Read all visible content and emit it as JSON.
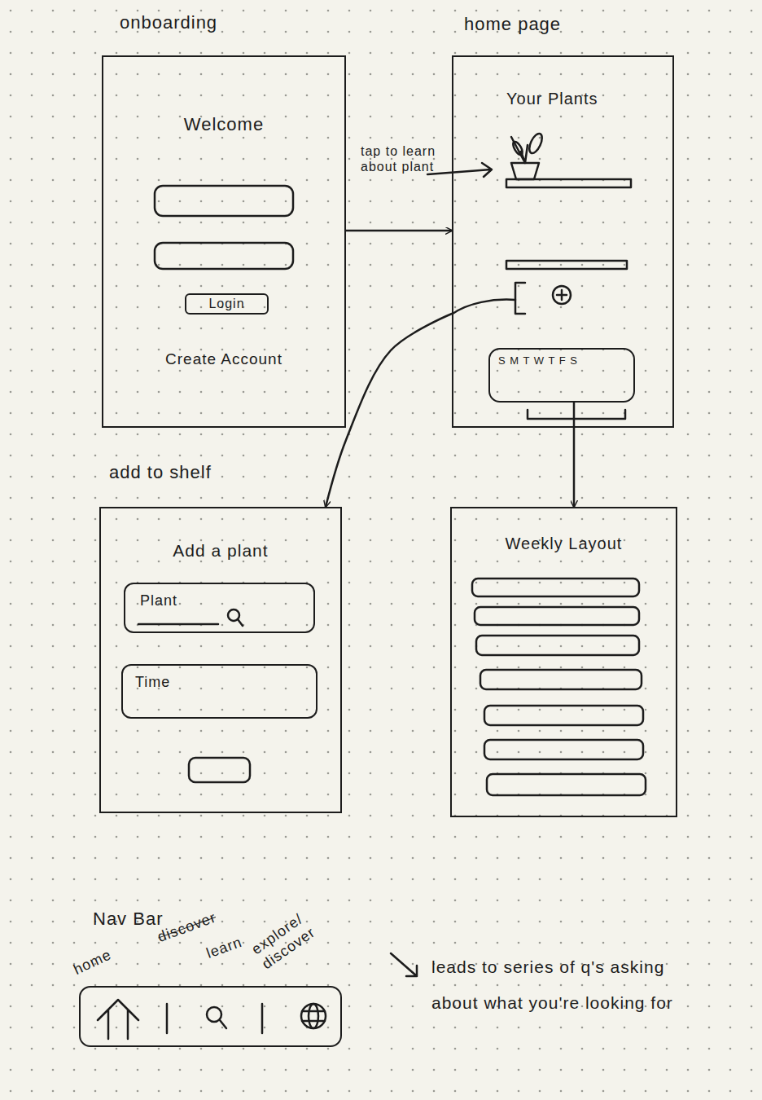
{
  "diagram": {
    "nodes": [
      {
        "text": [
          "onboarding",
          "Welcome",
          "Create Account"
        ]
      },
      {
        "text": [
          "Login"
        ],
        "in": 0
      },
      {
        "text": [
          "home page",
          "Your Plants"
        ]
      },
      {
        "text": [
          "S M T W T F S"
        ],
        "in": 2
      },
      {
        "text": [
          "add to shelf",
          "Add a plant"
        ]
      },
      {
        "text": [
          "Plant"
        ],
        "in": 4
      },
      {
        "text": [
          "Time"
        ],
        "in": 4
      },
      {
        "text": [
          "Weekly Layout"
        ]
      },
      {
        "text": [
          "Nav Bar"
        ]
      }
    ],
    "edges": [
      {
        "from": 0,
        "to": 2,
        "arrow": "to"
      },
      {
        "from": 2,
        "to": 4,
        "arrow": "to"
      },
      {
        "from": 3,
        "to": 7,
        "arrow": "to"
      }
    ],
    "labels": [
      "tap to learn about plant",
      "home",
      "discover",
      "learn",
      "explore/ discover",
      "leads to series of q's asking about what you're looking for"
    ]
  }
}
